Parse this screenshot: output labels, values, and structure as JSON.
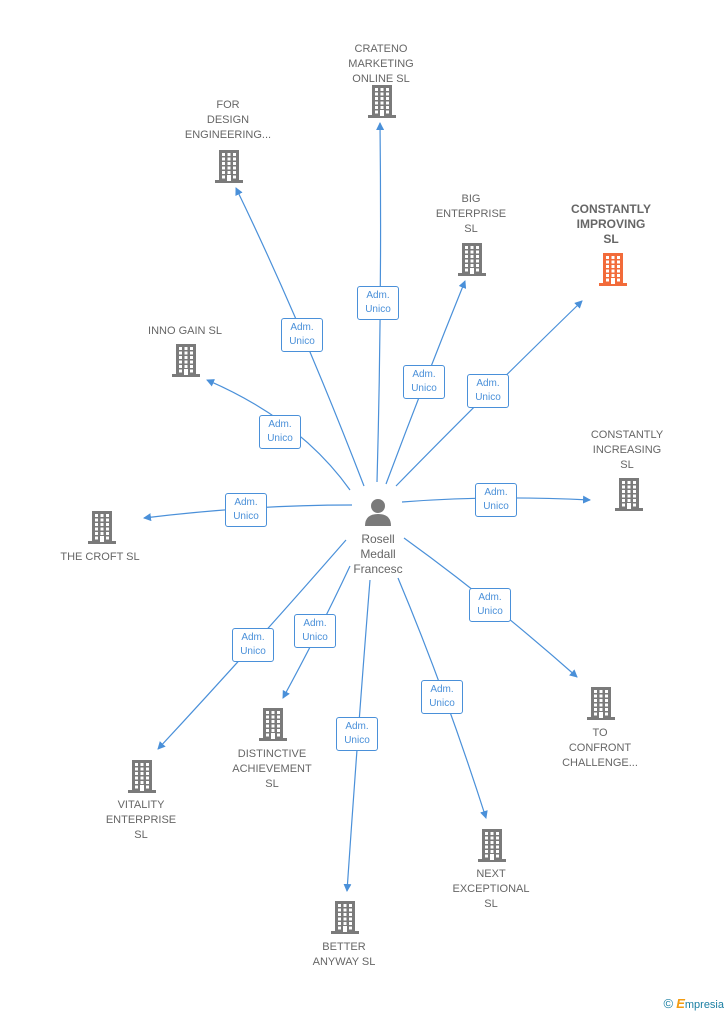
{
  "colors": {
    "edge": "#4a90d9",
    "building": "#7a7a7a",
    "highlight": "#f26b3a",
    "text": "#666666"
  },
  "center": {
    "label": "Rosell\nMedall\nFrancesc",
    "icon": "person-icon"
  },
  "nodes": [
    {
      "id": "crateno",
      "label": "CRATENO\nMARKETING\nONLINE  SL",
      "highlight": false
    },
    {
      "id": "for-design",
      "label": "FOR\nDESIGN\nENGINEERING...",
      "highlight": false
    },
    {
      "id": "big-enterprise",
      "label": "BIG\nENTERPRISE\nSL",
      "highlight": false
    },
    {
      "id": "constantly-improving",
      "label": "CONSTANTLY\nIMPROVING\nSL",
      "highlight": true
    },
    {
      "id": "inno-gain",
      "label": "INNO GAIN  SL",
      "highlight": false
    },
    {
      "id": "constantly-increasing",
      "label": "CONSTANTLY\nINCREASING\nSL",
      "highlight": false
    },
    {
      "id": "the-croft",
      "label": "THE CROFT  SL",
      "highlight": false
    },
    {
      "id": "to-confront",
      "label": "TO\nCONFRONT\nCHALLENGE...",
      "highlight": false
    },
    {
      "id": "distinctive",
      "label": "DISTINCTIVE\nACHIEVEMENT\nSL",
      "highlight": false
    },
    {
      "id": "vitality",
      "label": "VITALITY\nENTERPRISE\nSL",
      "highlight": false
    },
    {
      "id": "next-exceptional",
      "label": "NEXT\nEXCEPTIONAL\nSL",
      "highlight": false
    },
    {
      "id": "better-anyway",
      "label": "BETTER\nANYWAY  SL",
      "highlight": false
    }
  ],
  "edges": [
    {
      "to": "crateno",
      "label": "Adm.\nUnico"
    },
    {
      "to": "for-design",
      "label": "Adm.\nUnico"
    },
    {
      "to": "big-enterprise",
      "label": "Adm.\nUnico"
    },
    {
      "to": "constantly-improving",
      "label": "Adm.\nUnico"
    },
    {
      "to": "inno-gain",
      "label": "Adm.\nUnico"
    },
    {
      "to": "constantly-increasing",
      "label": "Adm.\nUnico"
    },
    {
      "to": "the-croft",
      "label": "Adm.\nUnico"
    },
    {
      "to": "to-confront",
      "label": "Adm.\nUnico"
    },
    {
      "to": "distinctive",
      "label": "Adm.\nUnico"
    },
    {
      "to": "vitality",
      "label": "Adm.\nUnico"
    },
    {
      "to": "next-exceptional",
      "label": "Adm.\nUnico"
    },
    {
      "to": "better-anyway",
      "label": "Adm.\nUnico"
    }
  ],
  "footer": {
    "copyright": "©",
    "brand_initial": "E",
    "brand_rest": "mpresia"
  }
}
